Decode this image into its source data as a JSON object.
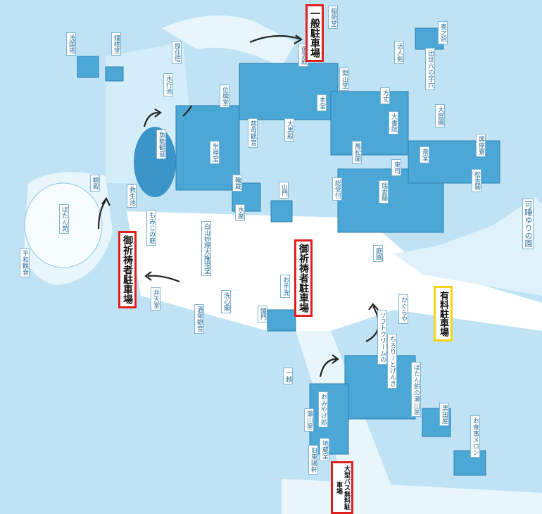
{
  "labels": {
    "asakunito": "浅国塔",
    "shoroudo": "鐘楼堂",
    "rekidaito": "歴住塔",
    "inaridou": "稲荷堂",
    "okunoin": "奥之院",
    "katsuninken": "活人剣",
    "shusse": "出世六の字穴",
    "kaisandou": "開山堂",
    "hondou": "本堂",
    "hojo": "方丈",
    "ihaido": "位牌堂",
    "daishoin": "大書院",
    "daitei": "大庭園",
    "kougakusha": "興座寮",
    "shoundou": "松雲閣",
    "gyokuryudo": "御霊殿",
    "suigyouike": "水行池",
    "gyoranzo": "魚籃観音",
    "zazendo": "坐禅堂",
    "jibokannon": "慈母観音",
    "daikokuden": "大黒殿",
    "banshokaku": "萬松閣",
    "saido": "斎堂",
    "tosu": "東司",
    "zuiunkaku": "瑞雲閣",
    "uketsuke": "総受付",
    "sanmon": "山門",
    "rinzo": "輪蔵",
    "mizuya": "水屋",
    "teien": "庭園",
    "kuyouden": "観殿",
    "kyuseike": "救生池",
    "botanen": "ぼたん苑",
    "heiwakannon": "平和観音",
    "momiji": "もみじの庭",
    "hakusan": "白山妙理大権現堂",
    "senshindou": "洗心閣",
    "otemizu": "お手洗",
    "shoumon": "鐘門",
    "benten": "弁天堂",
    "sakazuka": "酒塚観音",
    "kaguraya": "かぐらや",
    "softcream": "ソフトクリームの",
    "chiroten": "ちろりーとげんき",
    "segawaya1": "ぼたん餅の瀬川屋",
    "kurodaya": "黒田屋",
    "melon": "お食事メロン",
    "ichijou": "一越",
    "segawaya2": "瀬川屋",
    "omiyage": "おみやげ処",
    "jizoudou": "地蔵堂",
    "kyuhigashi": "旧東陽軒",
    "kayanuki": "可睡ゆりの園"
  },
  "parking": {
    "general": "一般駐車場",
    "worshipper_left": "御祈祷者駐車場",
    "worshipper_center": "御祈祷者駐車場",
    "paid": "有料駐車場",
    "bus": "大型バス無料駐車場"
  },
  "colors": {
    "background": "#bfe3f4",
    "water": "#e8f6fc",
    "building": "#4aa7d6",
    "road": "#ffffff",
    "parking_border": "#e01f1f",
    "paid_border": "#f2d31a"
  }
}
